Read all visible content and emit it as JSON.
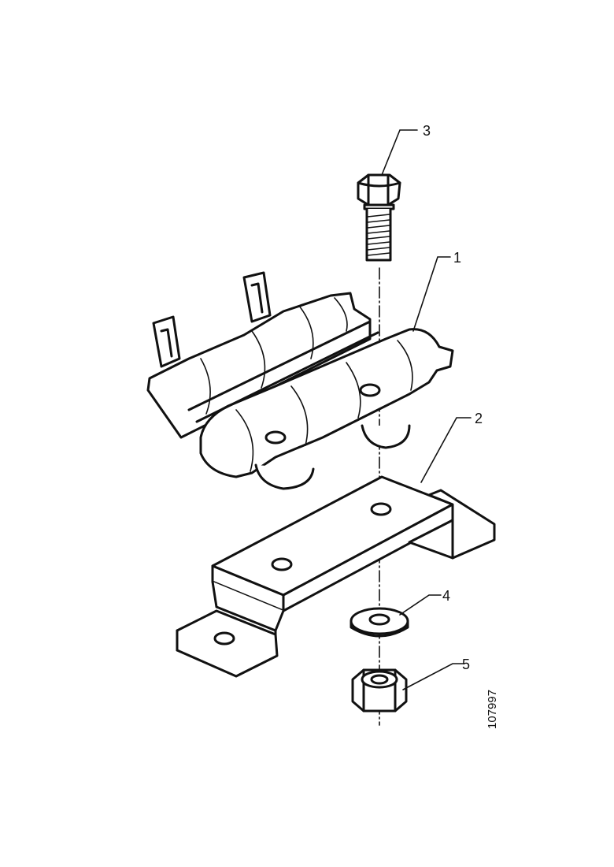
{
  "callouts": [
    {
      "id": "clamp-holder",
      "number": "1"
    },
    {
      "id": "bracket",
      "number": "2"
    },
    {
      "id": "bolt",
      "number": "3"
    },
    {
      "id": "washer",
      "number": "4"
    },
    {
      "id": "nut",
      "number": "5"
    }
  ],
  "drawing_number": "107997"
}
